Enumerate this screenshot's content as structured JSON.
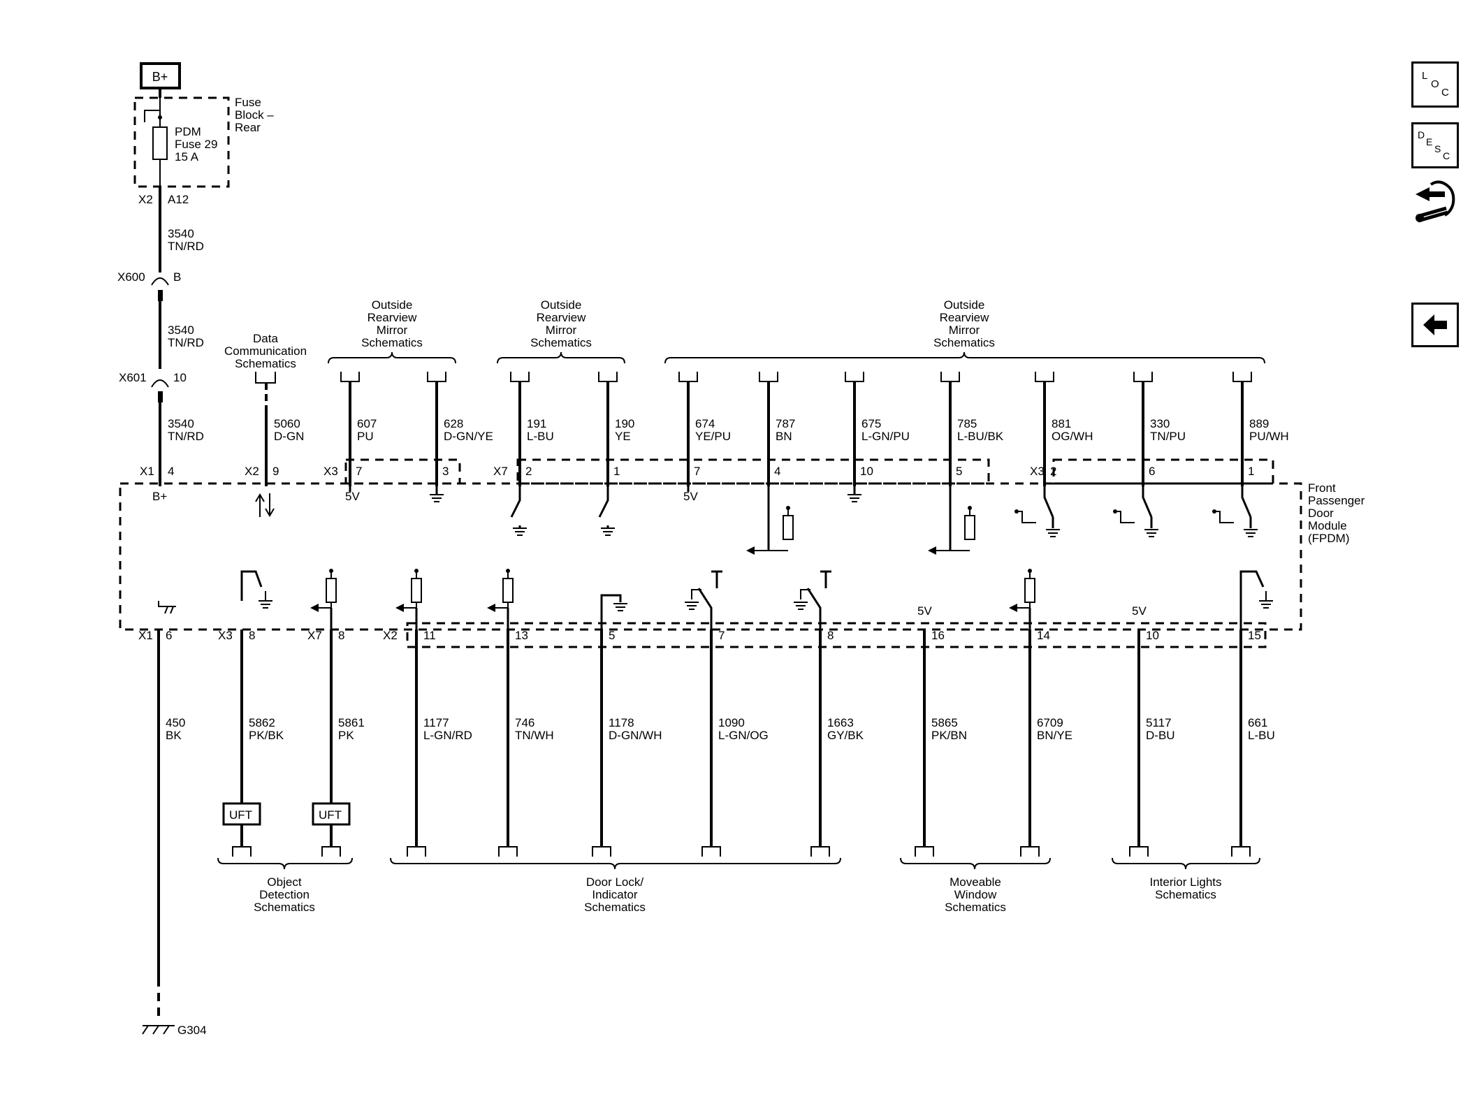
{
  "labels": {
    "bplus_box": "B+",
    "fuse_block_1": "Fuse",
    "fuse_block_2": "Block –",
    "fuse_block_3": "Rear",
    "pdm_1": "PDM",
    "pdm_2": "Fuse 29",
    "pdm_3": "15 A",
    "x2": "X2",
    "a12": "A12",
    "x600": "X600",
    "x600_pin": "B",
    "x601": "X601",
    "x601_pin": "10",
    "data_comm_1": "Data",
    "data_comm_2": "Communication",
    "data_comm_3": "Schematics",
    "orm_a_1": "Outside",
    "orm_a_2": "Rearview",
    "orm_a_3": "Mirror",
    "orm_a_4": "Schematics",
    "orm_b_1": "Outside",
    "orm_b_2": "Rearview",
    "orm_b_3": "Mirror",
    "orm_b_4": "Schematics",
    "orm_c_1": "Outside",
    "orm_c_2": "Rearview",
    "orm_c_3": "Mirror",
    "orm_c_4": "Schematics",
    "module_1": "Front",
    "module_2": "Passenger",
    "module_3": "Door",
    "module_4": "Module",
    "module_5": "(FPDM)",
    "bplus_pin": "B+",
    "five_v_a": "5V",
    "five_v_b": "5V",
    "five_v_c": "5V",
    "five_v_d": "5V",
    "uft_a": "UFT",
    "uft_b": "UFT",
    "obj_1": "Object",
    "obj_2": "Detection",
    "obj_3": "Schematics",
    "door_1": "Door Lock/",
    "door_2": "Indicator",
    "door_3": "Schematics",
    "win_1": "Moveable",
    "win_2": "Window",
    "win_3": "Schematics",
    "int_1": "Interior Lights",
    "int_2": "Schematics",
    "ground": "G304"
  },
  "top_connectors": [
    {
      "conn": "X1",
      "pin": "4"
    },
    {
      "conn": "X2",
      "pin": "9"
    },
    {
      "conn": "X3",
      "pin": "7"
    },
    {
      "conn": "",
      "pin": "3"
    },
    {
      "conn": "X7",
      "pin": "2"
    },
    {
      "conn": "",
      "pin": "1"
    },
    {
      "conn": "",
      "pin": "7"
    },
    {
      "conn": "",
      "pin": "4"
    },
    {
      "conn": "",
      "pin": "10"
    },
    {
      "conn": "",
      "pin": "5"
    },
    {
      "conn": "X3",
      "pin": "2"
    },
    {
      "conn": "",
      "pin": "6"
    },
    {
      "conn": "",
      "pin": "1"
    }
  ],
  "top_wires": [
    {
      "circuit": "3540",
      "color": "TN/RD"
    },
    {
      "circuit": "3540",
      "color": "TN/RD"
    },
    {
      "circuit": "3540",
      "color": "TN/RD"
    },
    {
      "circuit": "5060",
      "color": "D-GN"
    },
    {
      "circuit": "607",
      "color": "PU"
    },
    {
      "circuit": "628",
      "color": "D-GN/YE"
    },
    {
      "circuit": "191",
      "color": "L-BU"
    },
    {
      "circuit": "190",
      "color": "YE"
    },
    {
      "circuit": "674",
      "color": "YE/PU"
    },
    {
      "circuit": "787",
      "color": "BN"
    },
    {
      "circuit": "675",
      "color": "L-GN/PU"
    },
    {
      "circuit": "785",
      "color": "L-BU/BK"
    },
    {
      "circuit": "881",
      "color": "OG/WH"
    },
    {
      "circuit": "330",
      "color": "TN/PU"
    },
    {
      "circuit": "889",
      "color": "PU/WH"
    }
  ],
  "bottom_connectors": [
    {
      "conn": "X1",
      "pin": "6"
    },
    {
      "conn": "X3",
      "pin": "8"
    },
    {
      "conn": "X7",
      "pin": "8"
    },
    {
      "conn": "X2",
      "pin": "11"
    },
    {
      "conn": "",
      "pin": "13"
    },
    {
      "conn": "",
      "pin": "5"
    },
    {
      "conn": "",
      "pin": "7"
    },
    {
      "conn": "",
      "pin": "8"
    },
    {
      "conn": "",
      "pin": "16"
    },
    {
      "conn": "",
      "pin": "14"
    },
    {
      "conn": "",
      "pin": "10"
    },
    {
      "conn": "",
      "pin": "15"
    }
  ],
  "bottom_wires": [
    {
      "circuit": "450",
      "color": "BK"
    },
    {
      "circuit": "5862",
      "color": "PK/BK"
    },
    {
      "circuit": "5861",
      "color": "PK"
    },
    {
      "circuit": "1177",
      "color": "L-GN/RD"
    },
    {
      "circuit": "746",
      "color": "TN/WH"
    },
    {
      "circuit": "1178",
      "color": "D-GN/WH"
    },
    {
      "circuit": "1090",
      "color": "L-GN/OG"
    },
    {
      "circuit": "1663",
      "color": "GY/BK"
    },
    {
      "circuit": "5865",
      "color": "PK/BN"
    },
    {
      "circuit": "6709",
      "color": "BN/YE"
    },
    {
      "circuit": "5117",
      "color": "D-BU"
    },
    {
      "circuit": "661",
      "color": "L-BU"
    }
  ],
  "sidebar": {
    "loc_l": "L",
    "loc_o": "O",
    "loc_c": "C",
    "desc_d": "D",
    "desc_e": "E",
    "desc_s": "S",
    "desc_c": "C",
    "connector_icon": "connector-end-view-icon",
    "back_icon": "back-arrow-icon"
  }
}
